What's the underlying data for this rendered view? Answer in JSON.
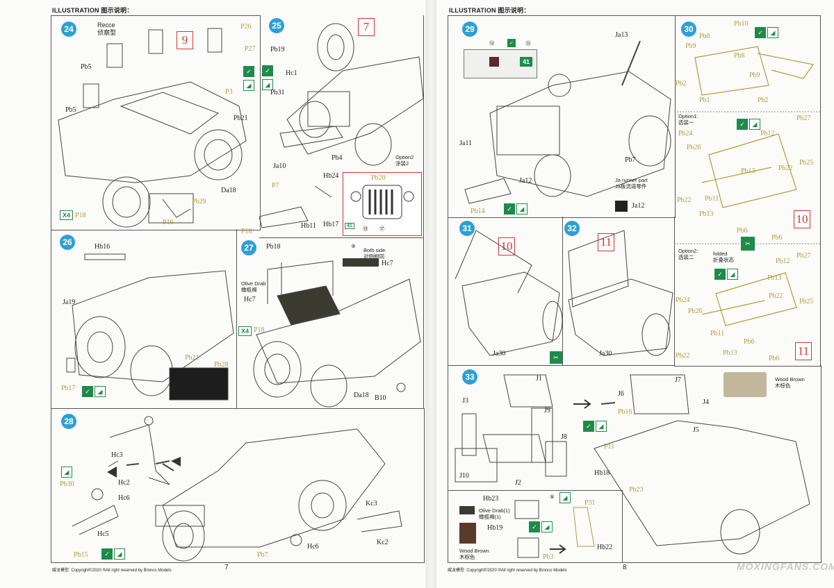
{
  "header": {
    "title": "ILLUSTRATION 图示说明："
  },
  "footer": {
    "left_brand": "威龙模型",
    "left_copy": "Copyright©2020 ®All right reserved by Bronco Models",
    "left_page": "7",
    "right_brand": "威龙模型",
    "right_copy": "Copyright©2020 ®All right reserved by Bronco Models",
    "right_page": "8",
    "watermark": "MOXINGFANS.COM"
  },
  "steps": {
    "s24": {
      "num": "24",
      "variant": "Recce",
      "variant_cn": "侦察型",
      "paint": "9",
      "x4": "X4",
      "labels": [
        "Pb5",
        "Pb5",
        "P26",
        "P27",
        "P3",
        "Pb21",
        "Da18",
        "Pb29",
        "P18",
        "P18"
      ]
    },
    "s25": {
      "num": "25",
      "paint": "7",
      "option": "Option2",
      "option_cn": "涂装2",
      "labels": [
        "Pb19",
        "Hc1",
        "Pb31",
        "Pb4",
        "Ja10",
        "Hb24",
        "P7",
        "P18",
        "Hb11",
        "Hb17",
        "Pb20"
      ],
      "codes": [
        "41",
        "⑲",
        "⑰"
      ]
    },
    "s26": {
      "num": "26",
      "labels": [
        "Hb16",
        "Ja19",
        "Pb21",
        "Pb28",
        "Pb17"
      ]
    },
    "s27": {
      "num": "27",
      "color": "Olive Drab",
      "color_cn": "橄榄褐",
      "both": "Both side",
      "both_cn": "对侧相同",
      "x4": "X4",
      "labels": [
        "Pb18",
        "Hc7",
        "P18",
        "Hc7",
        "Da18",
        "B10"
      ],
      "code": "⑨"
    },
    "s28": {
      "num": "28",
      "labels": [
        "Hc3",
        "Hc2",
        "Pb30",
        "Hc6",
        "Hc5",
        "Pb15",
        "Pb7",
        "Hc6",
        "Kc3",
        "Kc2"
      ]
    },
    "s29": {
      "num": "29",
      "labels": [
        "Ja13",
        "Ja11",
        "Ja12",
        "Pb14",
        "Pb7",
        "Ja12"
      ],
      "runner": "Ja runner part",
      "runner_cn": "Ja板流道零件",
      "codes": [
        "⑫",
        "⑬",
        "41"
      ]
    },
    "s30": {
      "num": "30",
      "paint": "10",
      "paint2": "11",
      "labels": [
        "Pb10",
        "Pb8",
        "Pb9",
        "Pb8",
        "Pb2",
        "Pb9",
        "Pb1",
        "Pb2",
        "Pb24",
        "Pb26",
        "Pb27",
        "Pb12",
        "Pb25",
        "Pb22",
        "Pb13",
        "Pb22",
        "Pb11",
        "Pb13",
        "Pb6",
        "Pb6",
        "Pb12",
        "Pb27",
        "Pb13",
        "Pb22",
        "Pb25",
        "Pb24",
        "Pb26",
        "Pb11",
        "Pb6",
        "Pb22",
        "Pb13",
        "Pb6"
      ],
      "opt1": "Option1:",
      "opt1_cn": "选装一",
      "opt2": "Option2:",
      "opt2_cn": "选装二",
      "folded": "folded",
      "folded_cn": "折叠状态"
    },
    "s31": {
      "num": "31",
      "paint": "10",
      "labels": [
        "Ja30"
      ]
    },
    "s32": {
      "num": "32",
      "paint": "11",
      "labels": [
        "Ja30"
      ]
    },
    "s33": {
      "num": "33",
      "labels": [
        "J1",
        "J3",
        "J9",
        "J8",
        "J10",
        "J2",
        "J7",
        "J6",
        "J4",
        "Pb16",
        "J5",
        "P11",
        "Hb18",
        "Pb23"
      ],
      "color": "Wood Brown",
      "color_cn": "木棕色"
    },
    "s34": {
      "labels": [
        "Hb23",
        "Hb19",
        "P31",
        "Hb22",
        "Pb3"
      ],
      "color1": "Olive Drab(1)",
      "color1_cn": "橄榄褐(1)",
      "color2": "Wood Brown",
      "color2_cn": "木棕色",
      "code": "⑧"
    }
  },
  "colors": {
    "step_badge": "#2f9fd3",
    "paint_red": "#d0342c",
    "icon_green": "#1f8a4a",
    "photo_etch": "#b39a3a",
    "olive_drab": "#3a3a30",
    "wood_brown": "#5b3a2a"
  }
}
